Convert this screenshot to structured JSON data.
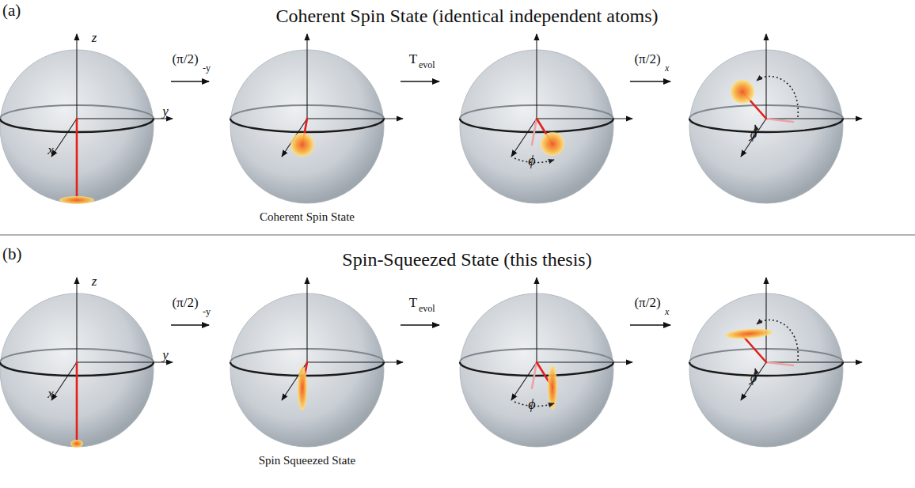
{
  "diagram": {
    "labels": [
      "(a)",
      "Coherent Spin State (identical independent atoms)",
      "z",
      "x",
      "y",
      "(π/2)",
      "-y",
      "T",
      "evol",
      "ϕ",
      "(π/2)",
      "x",
      "ϕ",
      "Coherent Spin State",
      "(b)",
      "Spin-Squeezed State (this thesis)",
      "z",
      "x",
      "y",
      "(π/2)",
      "-y",
      "T",
      "evol",
      "ϕ",
      "(π/2)",
      "x",
      "ϕ",
      "Spin Squeezed State"
    ]
  }
}
